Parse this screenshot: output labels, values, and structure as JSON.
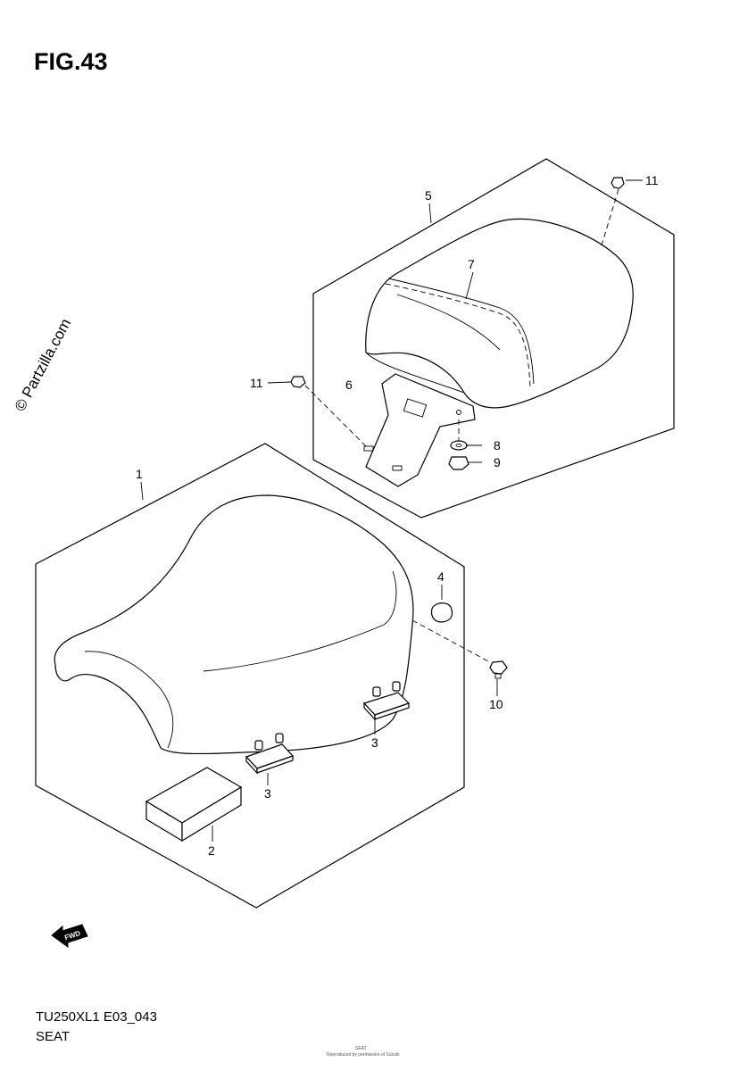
{
  "figure": {
    "title": "FIG.43",
    "watermark": "© Partzilla.com",
    "code": "TU250XL1 E03_043",
    "section": "SEAT",
    "footnote_top": "SEAT",
    "footnote_bottom": "Reproduced by permission of Suzuki"
  },
  "callouts": {
    "c1": "1",
    "c2": "2",
    "c3a": "3",
    "c3b": "3",
    "c4": "4",
    "c5": "5",
    "c6": "6",
    "c7": "7",
    "c8": "8",
    "c9": "9",
    "c10": "10",
    "c11a": "11",
    "c11b": "11"
  },
  "fwd_arrow": {
    "label": "FWD",
    "icon": "forward-arrow-icon"
  }
}
